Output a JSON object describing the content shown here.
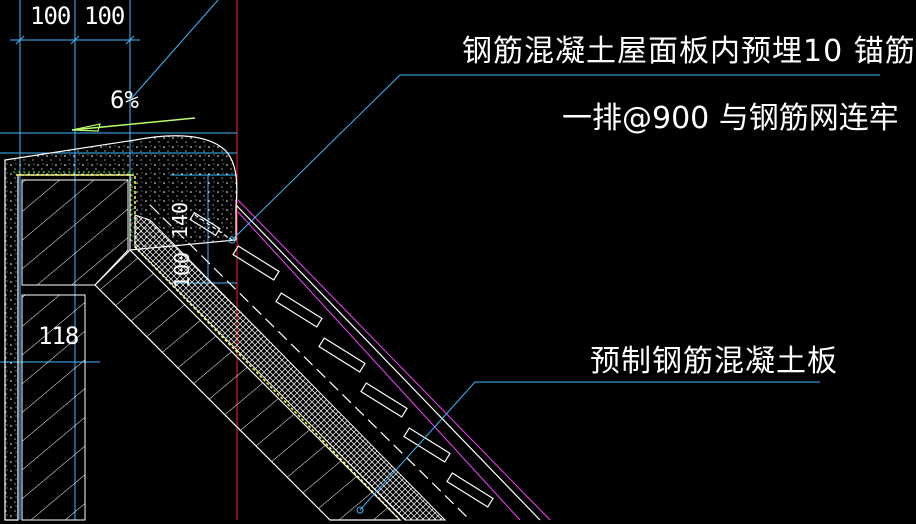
{
  "annotations": {
    "anchor_line1": "钢筋混凝土屋面板内预埋10  锚筋",
    "anchor_line2": "一排@900  与钢筋网连牢",
    "precast_slab": "预制钢筋混凝土板"
  },
  "dimensions": {
    "top_left": "100",
    "top_right": "100",
    "slope": "6%",
    "d140": "140",
    "d100": "100",
    "d118": "118"
  },
  "colors": {
    "background": "#000000",
    "text": "#ffffff",
    "leader": "#3fb6ff",
    "concrete": "#ffffff",
    "redline": "#ff2020",
    "magenta": "#ff40ff",
    "yellow": "#ffff40",
    "green": "#40ff40",
    "slope_arrow": "#b8ff6a"
  }
}
